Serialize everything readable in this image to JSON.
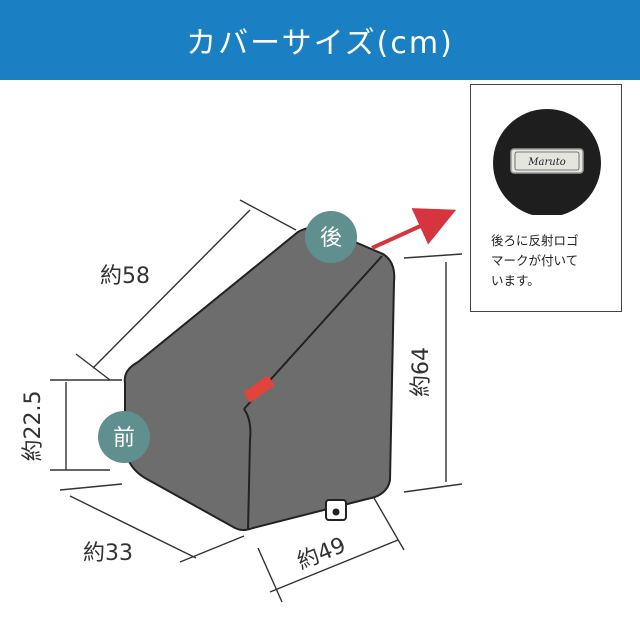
{
  "header": {
    "title": "カバーサイズ(cm)",
    "color": "#1b7fc3"
  },
  "dimensions": {
    "top_length": "約58",
    "front_height": "約22.5",
    "front_width": "約33",
    "rear_width": "約49",
    "rear_height": "約64"
  },
  "badges": {
    "rear": "後",
    "front": "前"
  },
  "inset": {
    "logo": "Maruto",
    "note_lines": [
      "後ろに反射ロゴ",
      "マークが付いて",
      "います。"
    ]
  },
  "colors": {
    "cover_body": "#6b6b6b",
    "badge": "#5f8f8f",
    "reflector": "#e2433a",
    "arrow": "#d6343e"
  }
}
